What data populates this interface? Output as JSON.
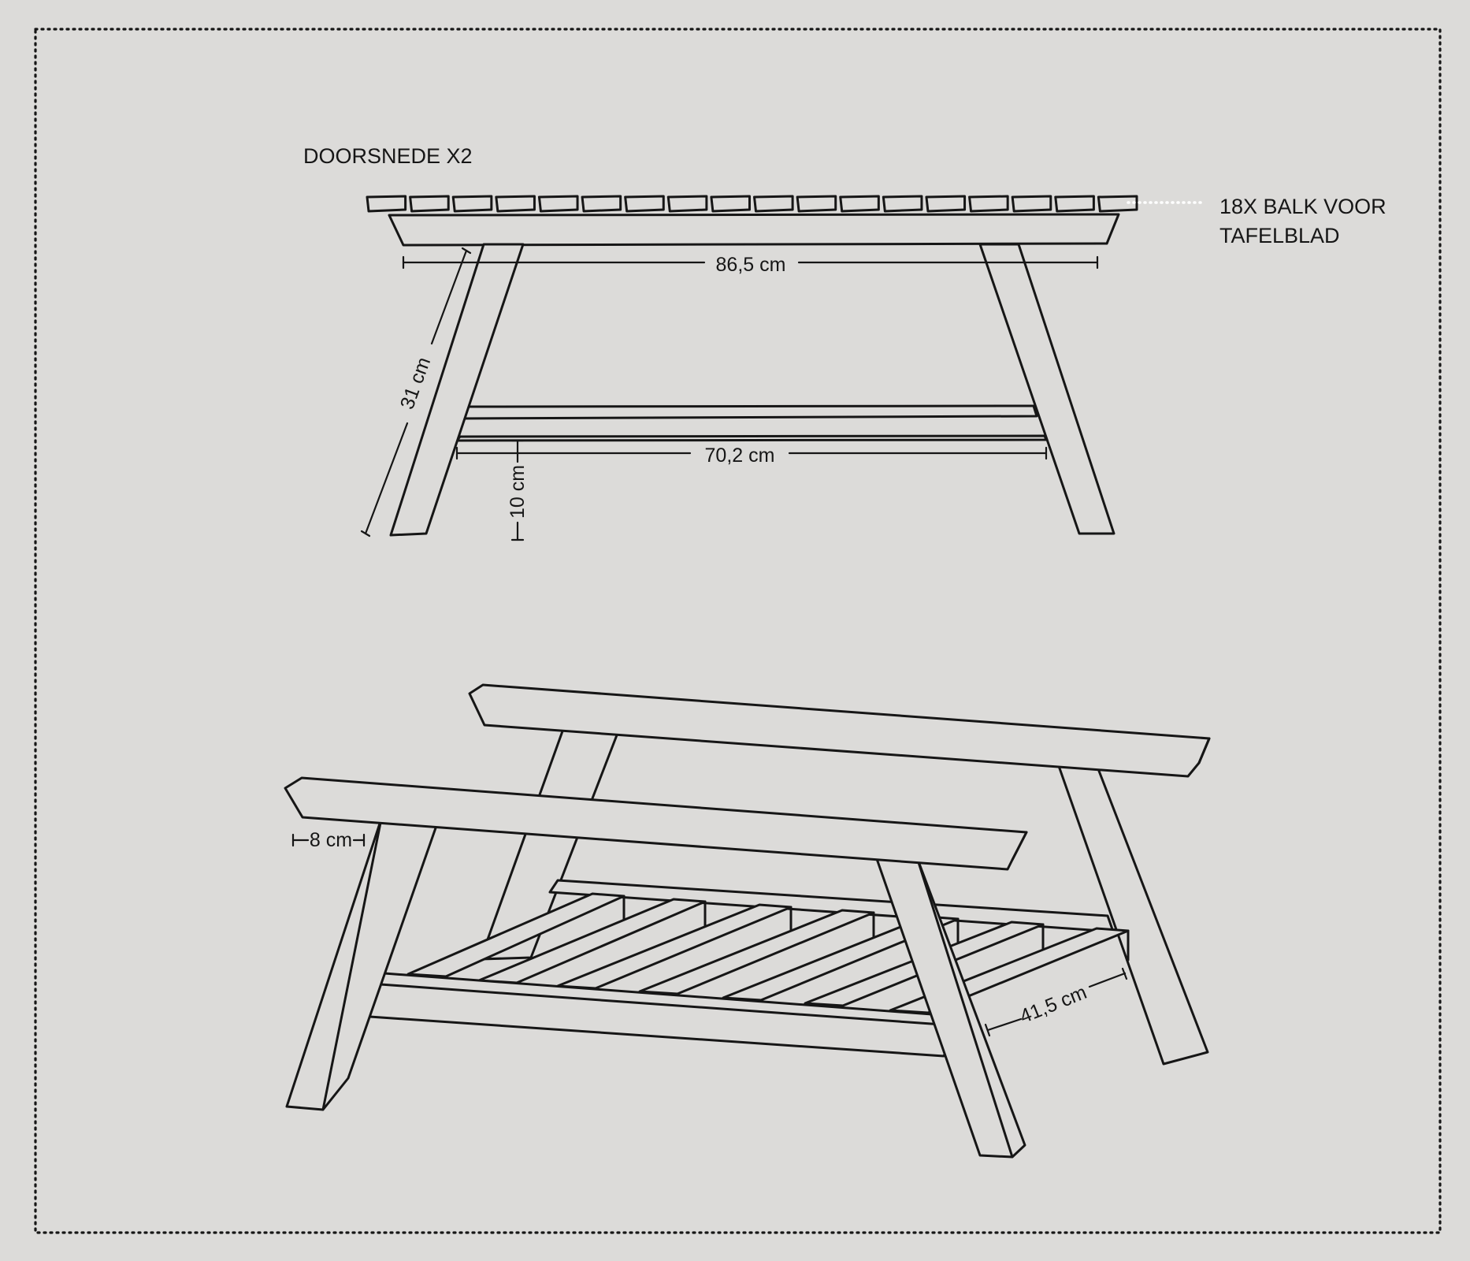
{
  "labels": {
    "section": "DOORSNEDE X2",
    "planks_line1": "18X BALK VOOR",
    "planks_line2": "TAFELBLAD"
  },
  "dimensions": {
    "top_width": "86,5 cm",
    "leg_length": "31 cm",
    "shelf_width": "70,2 cm",
    "shelf_height": "10 cm",
    "rail_width": "8 cm",
    "depth": "41,5 cm"
  },
  "plank_count": 18,
  "colors": {
    "background": "#dcdbd9",
    "line": "#161616",
    "leader": "#ffffff"
  }
}
